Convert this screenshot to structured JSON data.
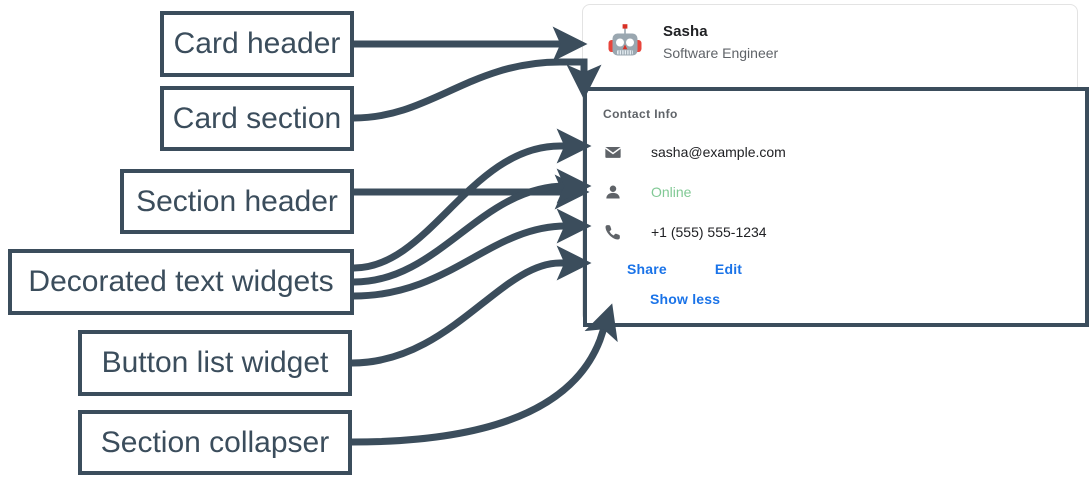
{
  "annotations": [
    {
      "id": "card-header",
      "label": "Card header"
    },
    {
      "id": "card-section",
      "label": "Card section"
    },
    {
      "id": "section-header",
      "label": "Section header"
    },
    {
      "id": "decorated-text-widgets",
      "label": "Decorated text widgets"
    },
    {
      "id": "button-list-widget",
      "label": "Button list widget"
    },
    {
      "id": "section-collapser",
      "label": "Section collapser"
    }
  ],
  "card": {
    "header": {
      "avatar_icon": "robot-avatar-icon",
      "title": "Sasha",
      "subtitle": "Software Engineer"
    },
    "section": {
      "header": "Contact Info",
      "rows": [
        {
          "icon": "email-icon",
          "text": "sasha@example.com",
          "state": "default"
        },
        {
          "icon": "person-icon",
          "text": "Online",
          "state": "online"
        },
        {
          "icon": "phone-icon",
          "text": "+1 (555) 555-1234",
          "state": "default"
        }
      ],
      "buttons": [
        {
          "label": "Share"
        },
        {
          "label": "Edit"
        }
      ],
      "collapser": {
        "label": "Show less"
      }
    }
  },
  "colors": {
    "annotation_stroke": "#3b4d5c",
    "link_blue": "#1a73e8",
    "online_green": "#81c995",
    "muted_gray": "#5f6368",
    "text_dark": "#202124",
    "card_border": "#e3e3e3"
  }
}
